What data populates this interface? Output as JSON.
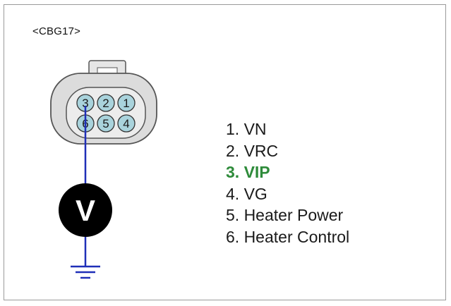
{
  "connector": {
    "id": "<CBG17>",
    "pins_top": [
      "3",
      "2",
      "1"
    ],
    "pins_bottom": [
      "6",
      "5",
      "4"
    ],
    "probe_pin": "3"
  },
  "meter": {
    "symbol": "V"
  },
  "pin_list": [
    {
      "text": "1. VN",
      "active": false
    },
    {
      "text": "2. VRC",
      "active": false
    },
    {
      "text": "3. VIP",
      "active": true
    },
    {
      "text": "4. VG",
      "active": false
    },
    {
      "text": "5. Heater Power",
      "active": false
    },
    {
      "text": "6. Heater Control",
      "active": false
    }
  ],
  "colors": {
    "wire": "#1f2fb8",
    "active_text": "#2e8b3a",
    "pin_fill": "#a9d3dc",
    "connector_fill": "#dcdcdc",
    "meter_fill": "#000000"
  }
}
